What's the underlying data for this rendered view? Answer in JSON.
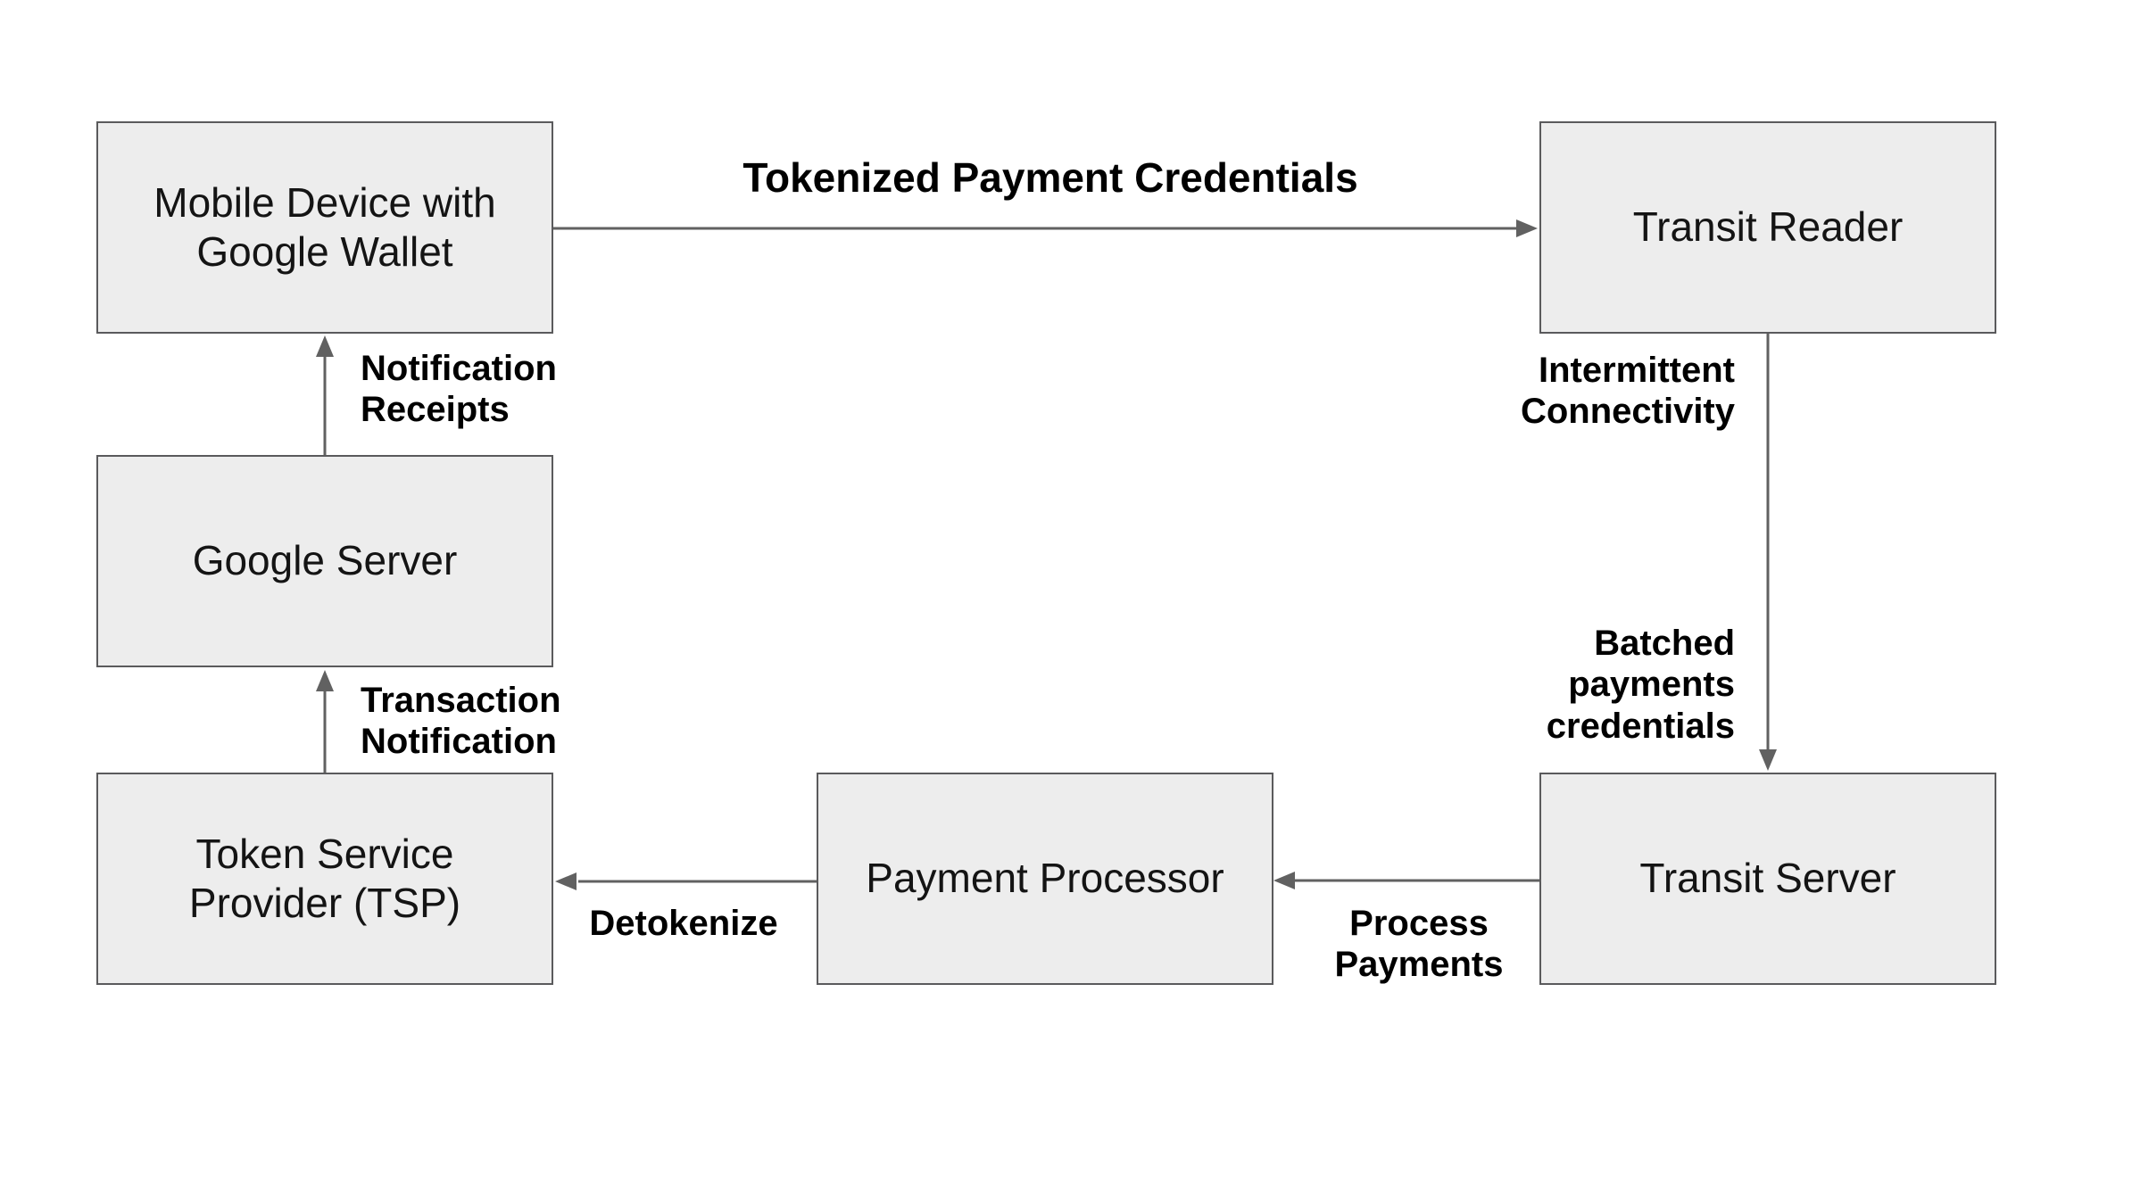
{
  "diagram": {
    "nodes": {
      "mobile_device": {
        "label": "Mobile Device with\nGoogle Wallet"
      },
      "transit_reader": {
        "label": "Transit Reader"
      },
      "google_server": {
        "label": "Google Server"
      },
      "tsp": {
        "label": "Token Service\nProvider (TSP)"
      },
      "payment_processor": {
        "label": "Payment Processor"
      },
      "transit_server": {
        "label": "Transit Server"
      }
    },
    "edges": {
      "tokenized_payment": {
        "label": "Tokenized Payment Credentials",
        "from": "mobile_device",
        "to": "transit_reader"
      },
      "reader_to_transit_server": {
        "label_upper": "Intermittent\nConnectivity",
        "label_lower": "Batched\npayments\ncredentials",
        "from": "transit_reader",
        "to": "transit_server"
      },
      "process_payments": {
        "label": "Process\nPayments",
        "from": "transit_server",
        "to": "payment_processor"
      },
      "detokenize": {
        "label": "Detokenize",
        "from": "payment_processor",
        "to": "tsp"
      },
      "transaction_notification": {
        "label": "Transaction\nNotification",
        "from": "tsp",
        "to": "google_server"
      },
      "notification_receipts": {
        "label": "Notification\nReceipts",
        "from": "google_server",
        "to": "mobile_device"
      }
    },
    "colors": {
      "background": "#ffffff",
      "node_fill": "#ededed",
      "node_border": "#5a5a5c",
      "connector": "#616161",
      "node_text": "#141414",
      "label_text": "#000000"
    }
  }
}
